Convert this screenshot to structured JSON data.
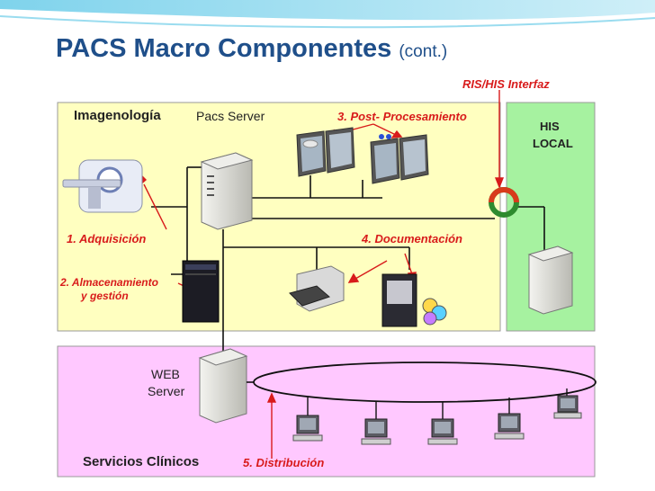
{
  "title": {
    "main": "PACS Macro Componentes",
    "sub": "(cont.)"
  },
  "labels": {
    "ris_his": "RIS/HIS Interfaz",
    "imagenologia": "Imagenología",
    "pacs_server": "Pacs Server",
    "post_proc": "3. Post- Procesamiento",
    "his_local_1": "HIS",
    "his_local_2": "LOCAL",
    "adquisicion": "1.  Adquisición",
    "documentacion": "4.  Documentación",
    "almacenamiento_1": "2. Almacenamiento",
    "almacenamiento_2": "y gestión",
    "web_1": "WEB",
    "web_2": "Server",
    "servicios": "Servicios Clínicos",
    "distribucion": "5. Distribución"
  },
  "colors": {
    "title": "#1f4f8a",
    "imaging_zone": "#ffffc0",
    "his_zone": "#a6f2a0",
    "clinical_zone": "#ffc8ff",
    "annotation": "#d81b1b"
  }
}
